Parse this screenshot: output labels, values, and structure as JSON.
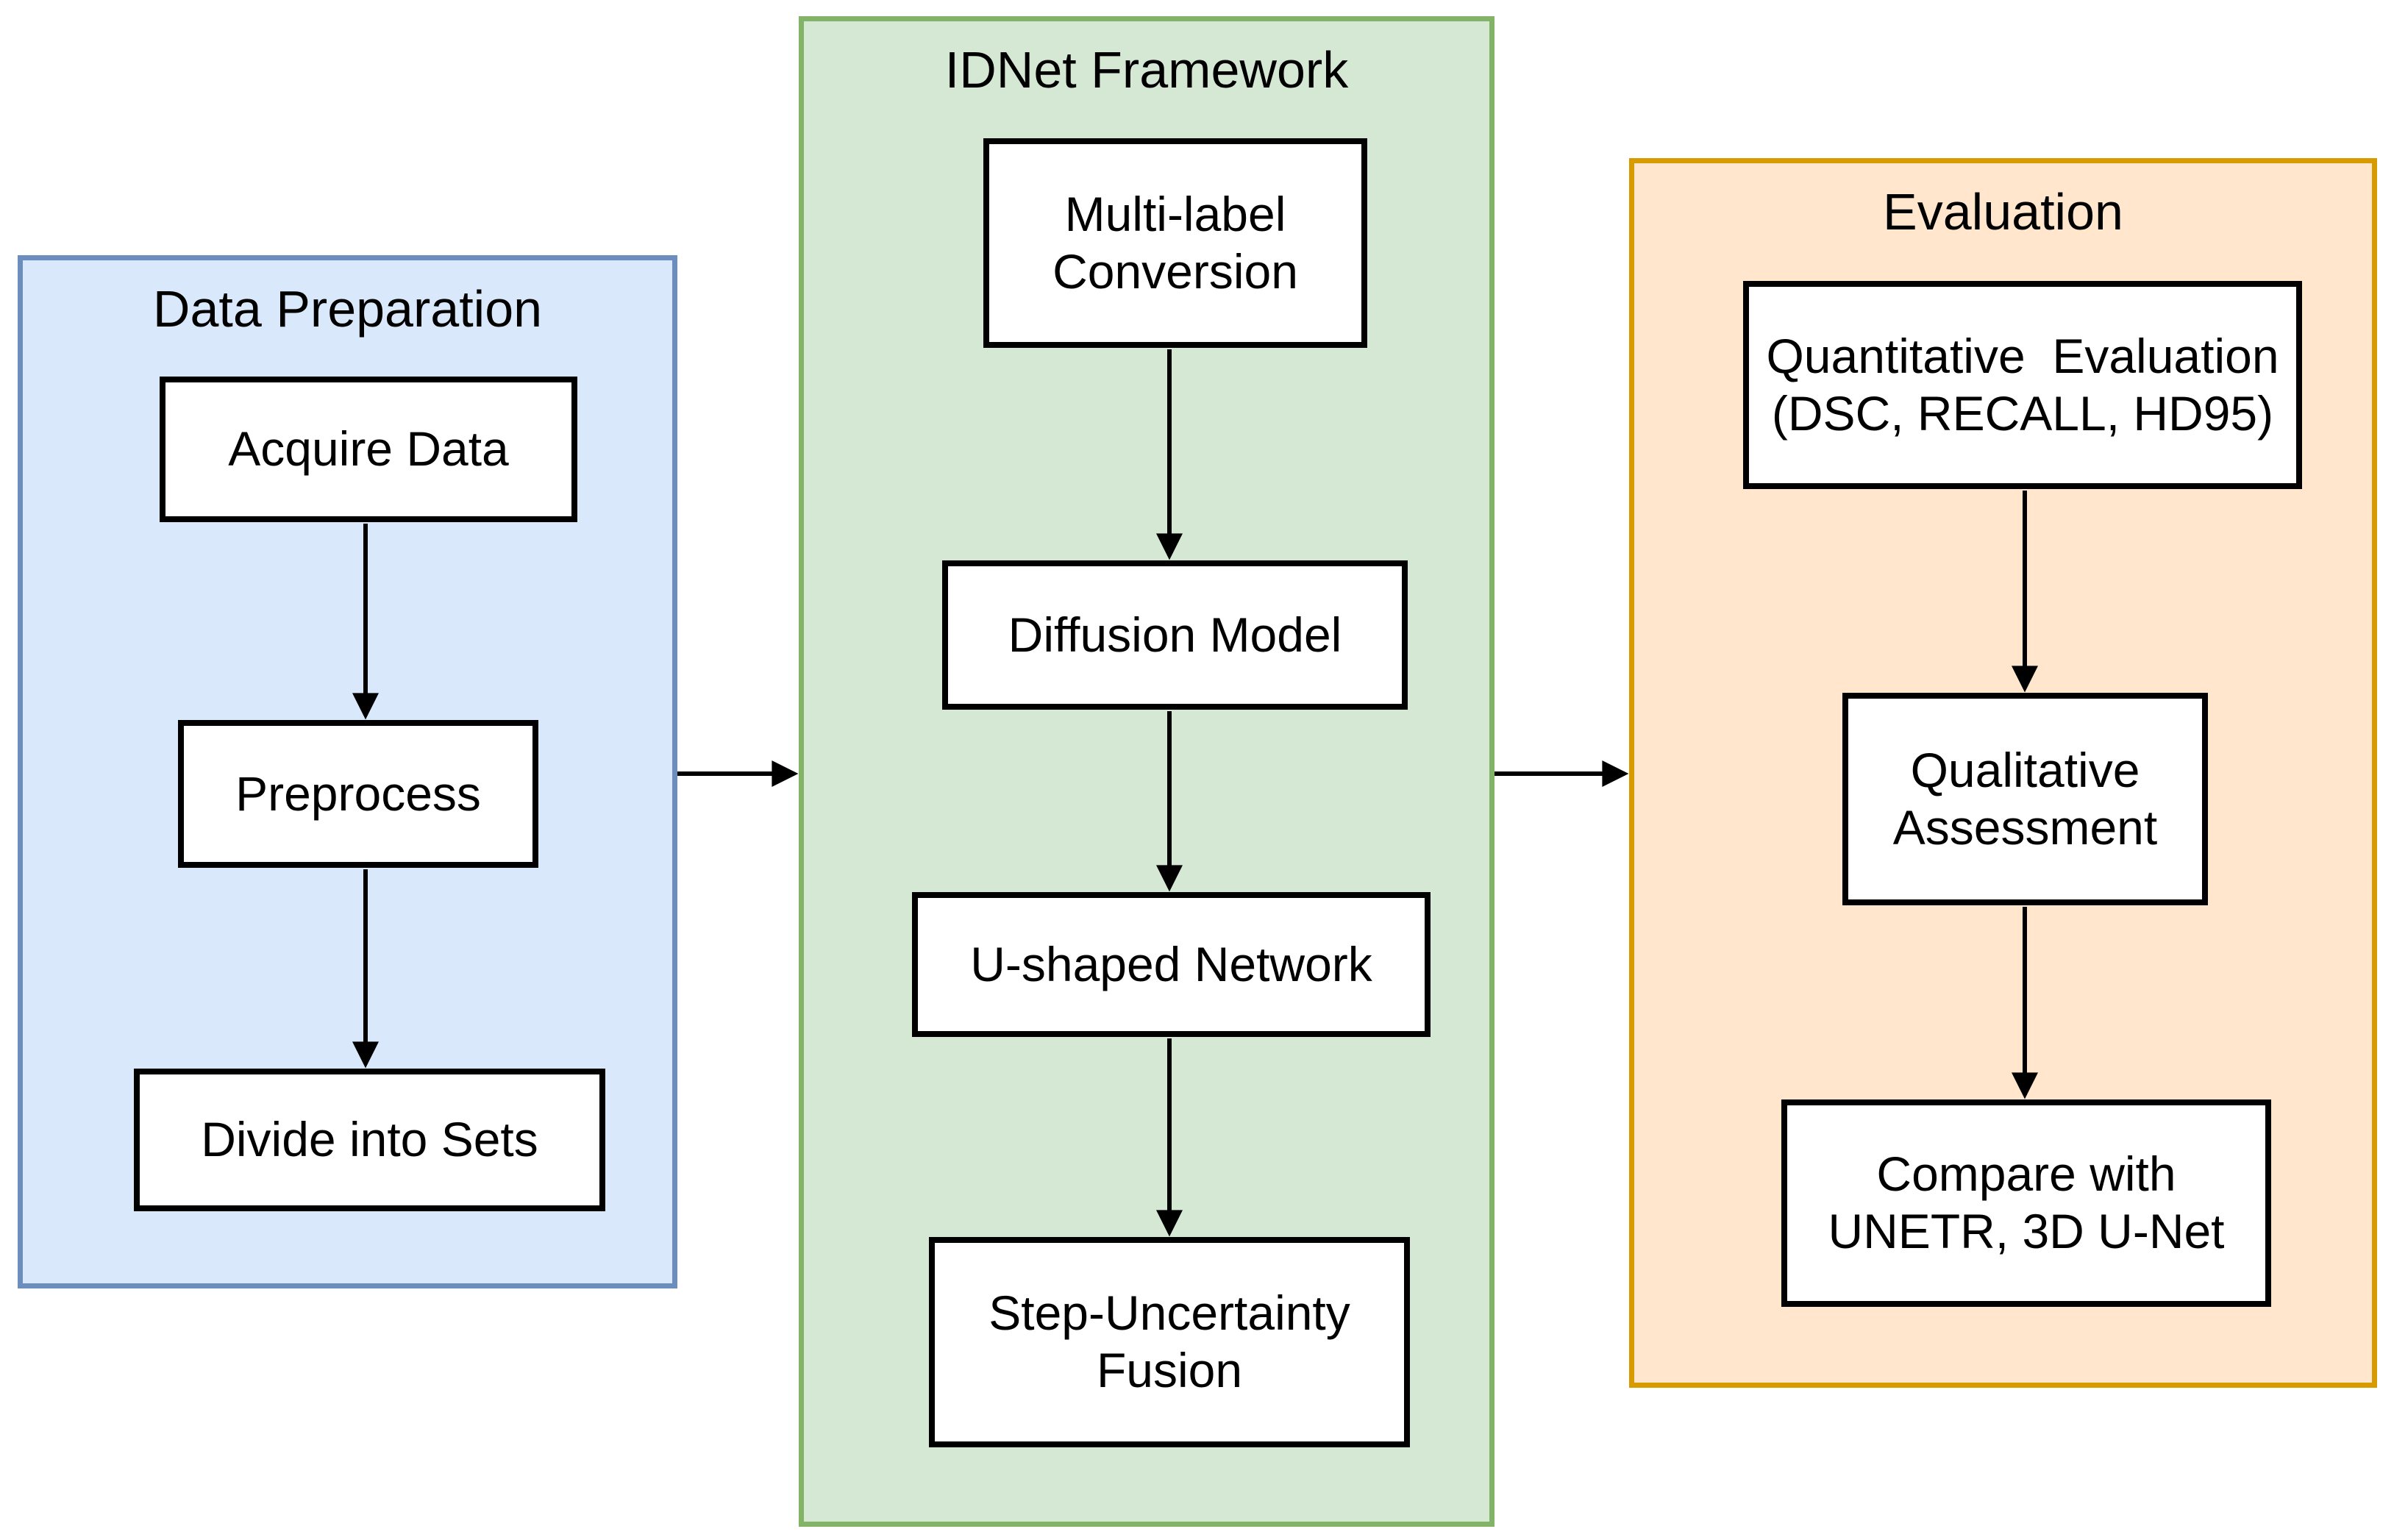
{
  "diagram": {
    "type": "flowchart",
    "background": "#ffffff",
    "text_color": "#000000",
    "node_fill": "#ffffff",
    "node_border": "#000000",
    "connector_color": "#000000",
    "panels": [
      {
        "title": "Data Preparation",
        "fill": "#dae8fc",
        "border": "#6c8ebf",
        "nodes": [
          {
            "label": "Acquire Data"
          },
          {
            "label": "Preprocess"
          },
          {
            "label": "Divide into Sets"
          }
        ]
      },
      {
        "title": "IDNet Framework",
        "fill": "#d5e8d4",
        "border": "#82b366",
        "nodes": [
          {
            "label": "Multi-label\nConversion"
          },
          {
            "label": "Diffusion Model"
          },
          {
            "label": "U-shaped Network"
          },
          {
            "label": "Step-Uncertainty\nFusion"
          }
        ]
      },
      {
        "title": "Evaluation",
        "fill": "#ffe6cc",
        "border": "#d79b00",
        "nodes": [
          {
            "label": "Quantitative  Evaluation\n(DSC, RECALL, HD95)"
          },
          {
            "label": "Qualitative\nAssessment"
          },
          {
            "label": "Compare with\nUNETR, 3D U-Net"
          }
        ]
      }
    ]
  }
}
